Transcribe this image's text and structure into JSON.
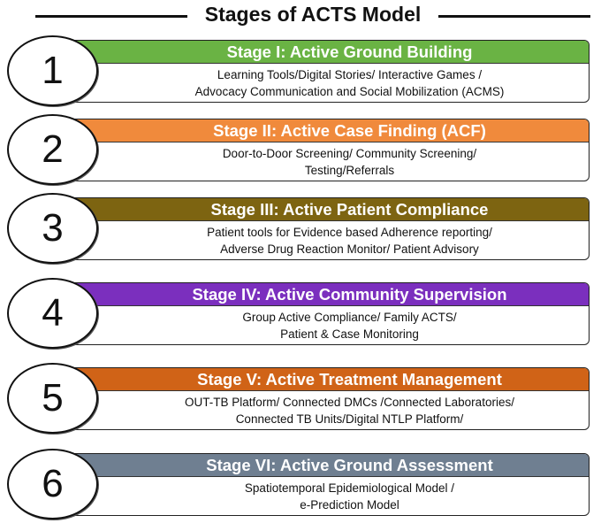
{
  "title": "Stages of ACTS Model",
  "stages": [
    {
      "number": "1",
      "heading": "Stage I: Active Ground Building",
      "color": "#6ab344",
      "line1": "Learning Tools/Digital Stories/ Interactive Games /",
      "line2": "Advocacy Communication and Social Mobilization (ACMS)"
    },
    {
      "number": "2",
      "heading": "Stage II: Active Case Finding (ACF)",
      "color": "#f08a3c",
      "line1": "Door-to-Door Screening/ Community Screening/",
      "line2": "Testing/Referrals"
    },
    {
      "number": "3",
      "heading": "Stage III: Active Patient Compliance",
      "color": "#7d6411",
      "line1": "Patient tools for Evidence based Adherence reporting/",
      "line2": "Adverse Drug Reaction Monitor/ Patient Advisory"
    },
    {
      "number": "4",
      "heading": "Stage IV: Active Community Supervision",
      "color": "#7b2fbe",
      "line1": "Group Active Compliance/ Family ACTS/",
      "line2": "Patient & Case Monitoring"
    },
    {
      "number": "5",
      "heading": "Stage V: Active Treatment Management",
      "color": "#d06317",
      "line1": "OUT-TB Platform/ Connected DMCs /Connected Laboratories/",
      "line2": "Connected TB Units/Digital NTLP Platform/"
    },
    {
      "number": "6",
      "heading": "Stage VI: Active Ground Assessment",
      "color": "#6f7f91",
      "line1": "Spatiotemporal Epidemiological Model /",
      "line2": "e-Prediction Model"
    }
  ]
}
